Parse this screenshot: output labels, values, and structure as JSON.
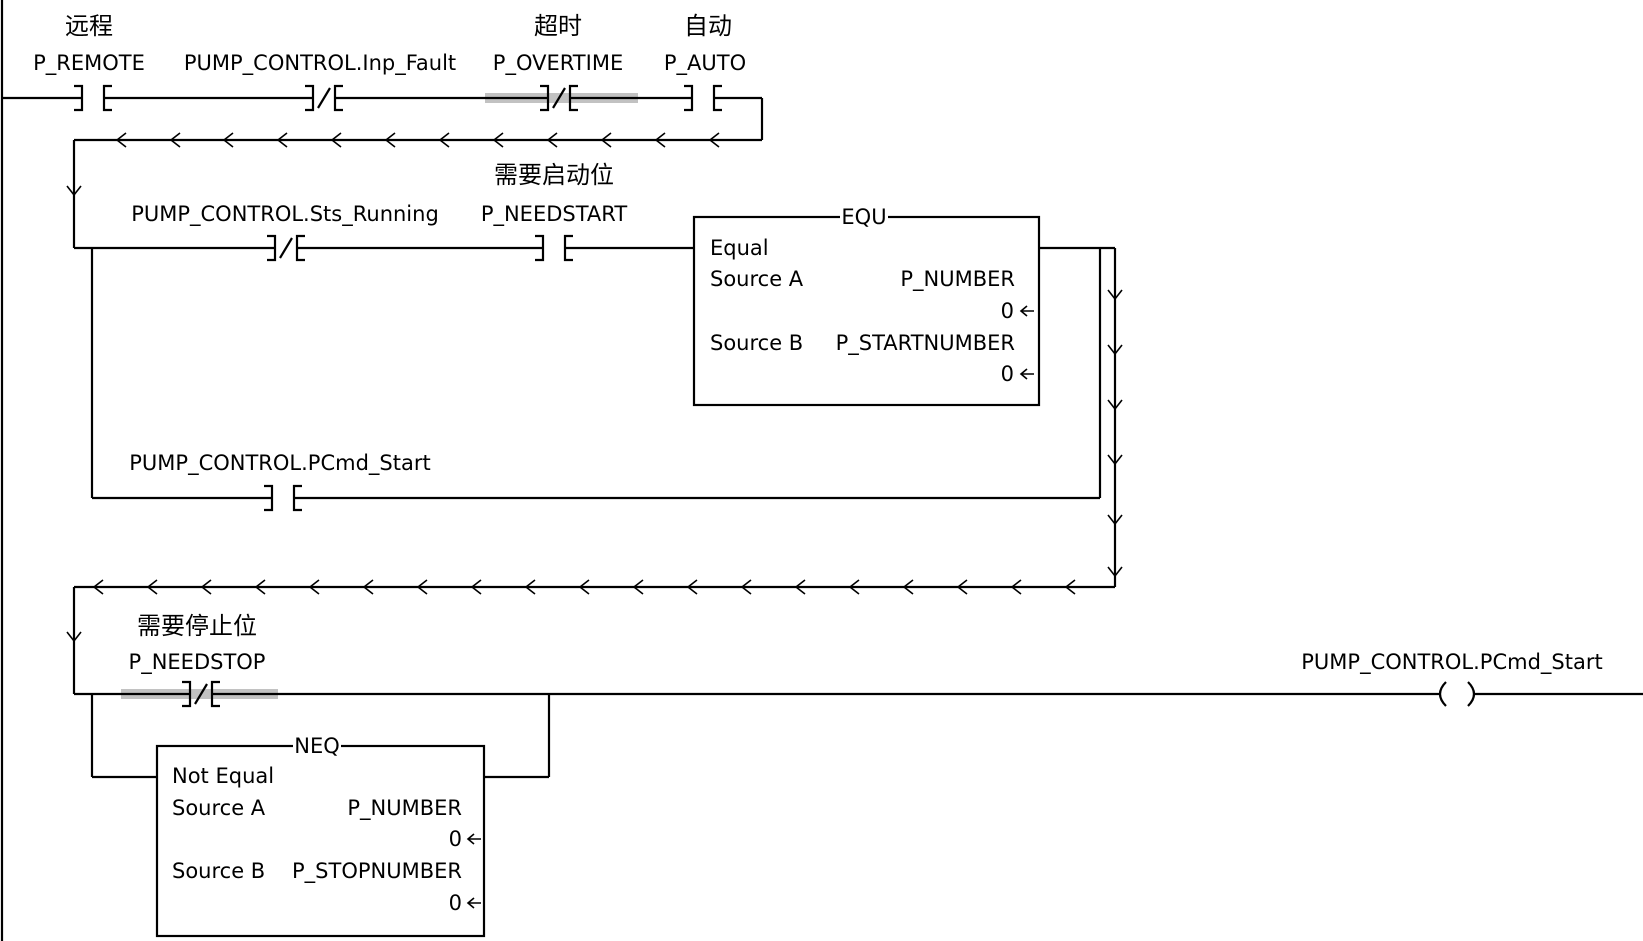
{
  "rung1": {
    "contacts": [
      {
        "comment": "远程",
        "tag": "P_REMOTE",
        "type": "XIC"
      },
      {
        "comment": "",
        "tag": "PUMP_CONTROL.Inp_Fault",
        "type": "XIO"
      },
      {
        "comment": "超时",
        "tag": "P_OVERTIME",
        "type": "XIO"
      },
      {
        "comment": "自动",
        "tag": "P_AUTO",
        "type": "XIC"
      }
    ]
  },
  "rung2": {
    "contacts": [
      {
        "comment": "",
        "tag": "PUMP_CONTROL.Sts_Running",
        "type": "XIO"
      },
      {
        "comment": "需要启动位",
        "tag": "P_NEEDSTART",
        "type": "XIC"
      }
    ],
    "equ": {
      "mnemonic": "EQU",
      "title": "Equal",
      "source_a_label": "Source A",
      "source_a_tag": "P_NUMBER",
      "source_a_value": "0",
      "source_b_label": "Source B",
      "source_b_tag": "P_STARTNUMBER",
      "source_b_value": "0"
    },
    "branch_contact": {
      "tag": "PUMP_CONTROL.PCmd_Start",
      "type": "XIC"
    }
  },
  "rung3": {
    "contact": {
      "comment": "需要停止位",
      "tag": "P_NEEDSTOP",
      "type": "XIO"
    },
    "neq": {
      "mnemonic": "NEQ",
      "title": "Not Equal",
      "source_a_label": "Source A",
      "source_a_tag": "P_NUMBER",
      "source_a_value": "0",
      "source_b_label": "Source B",
      "source_b_tag": "P_STOPNUMBER",
      "source_b_value": "0"
    },
    "coil": {
      "tag": "PUMP_CONTROL.PCmd_Start",
      "type": "OTE"
    }
  },
  "colors": {
    "line": "#000000",
    "highlight": "#c2c2c2",
    "background": "#ffffff"
  }
}
